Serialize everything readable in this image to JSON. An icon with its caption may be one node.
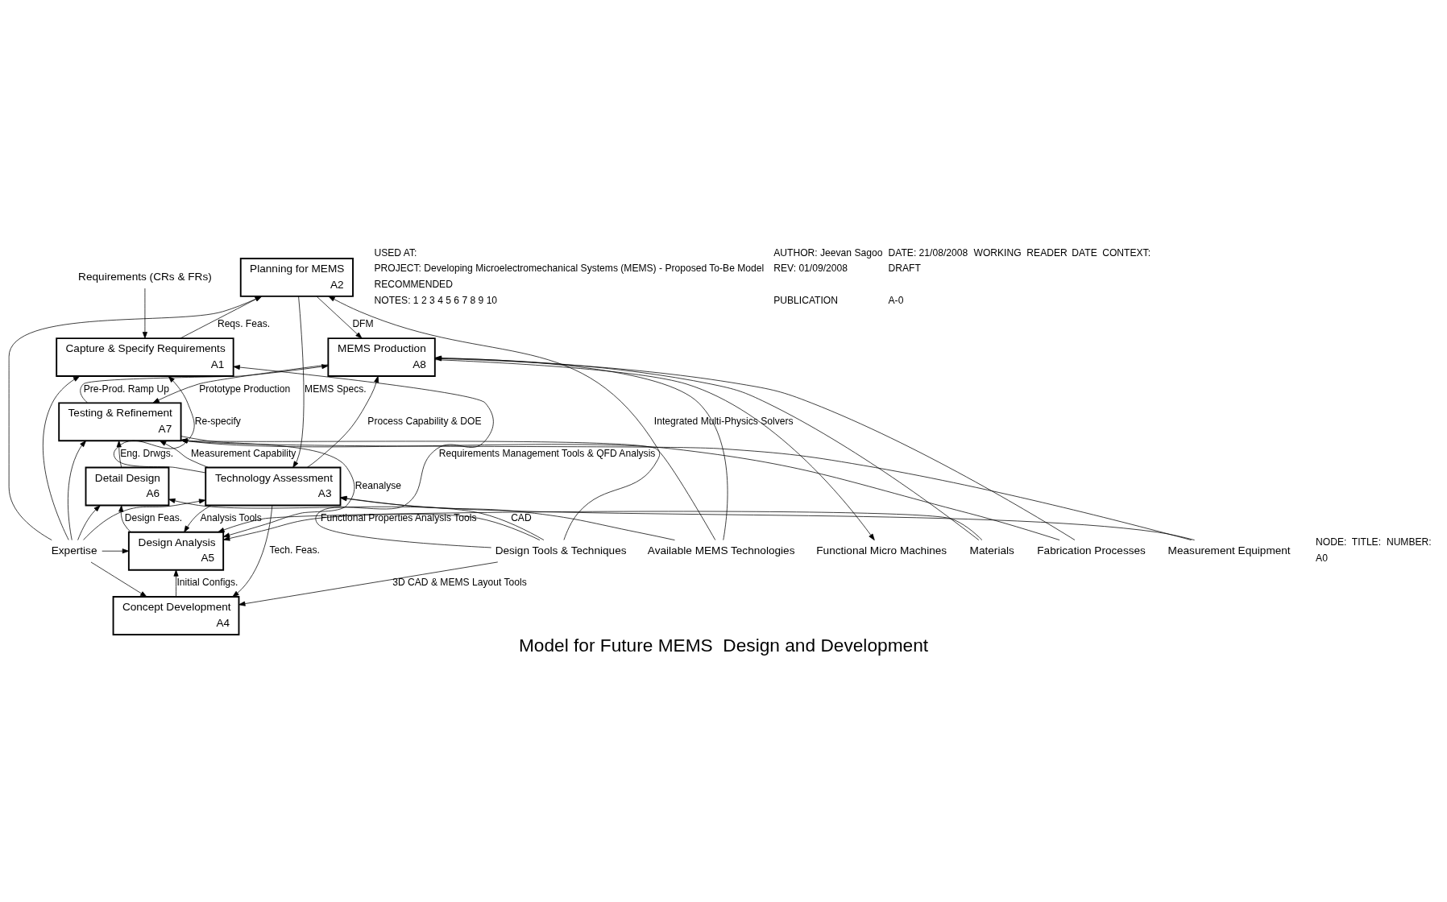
{
  "diagram": {
    "title": "Model for Future MEMS  Design and Development",
    "nodes": [
      {
        "text": [
          "Expertise"
        ]
      },
      {
        "text": [
          "Available MEMS Technologies"
        ]
      },
      {
        "text": [
          "Requirements (CRs & FRs)"
        ]
      },
      {
        "text": [
          "Capture & Specify Requirements",
          "A1"
        ]
      },
      {
        "text": [
          "Planning for MEMS",
          "A2"
        ]
      },
      {
        "text": [
          "Technology Assessment",
          "A3"
        ]
      },
      {
        "text": [
          "Concept Development",
          "A4"
        ]
      },
      {
        "text": [
          "Design Analysis",
          "A5"
        ]
      },
      {
        "text": [
          "Detail Design",
          "A6"
        ]
      },
      {
        "text": [
          "Testing & Refinement",
          "A7"
        ]
      },
      {
        "text": [
          "MEMS Production",
          "A8"
        ]
      },
      {
        "text": [
          "Functional Micro Machines"
        ]
      },
      {
        "text": [
          "Design Tools & Techniques"
        ]
      },
      {
        "text": [
          "Measurement Equipment"
        ]
      },
      {
        "text": [
          "Materials"
        ]
      },
      {
        "text": [
          "Fabrication Processes"
        ]
      }
    ],
    "edges": [
      {
        "from": 2,
        "to": 3,
        "arrow": "to"
      },
      {
        "from": 0,
        "to": 3,
        "arrow": "to"
      },
      {
        "from": 0,
        "to": 4,
        "arrow": "to"
      },
      {
        "from": 0,
        "to": 5,
        "arrow": "to"
      },
      {
        "from": 0,
        "to": 6,
        "arrow": "to"
      },
      {
        "from": 0,
        "to": 7,
        "arrow": "to"
      },
      {
        "from": 0,
        "to": 8,
        "arrow": "to"
      },
      {
        "from": 0,
        "to": 9,
        "arrow": "to"
      },
      {
        "from": 1,
        "to": 5,
        "arrow": "to"
      },
      {
        "from": 1,
        "to": 9,
        "arrow": "to"
      },
      {
        "from": 1,
        "to": 10,
        "arrow": "to"
      },
      {
        "from": 3,
        "to": 4,
        "arrow": "to",
        "label": "Reqs. Feas."
      },
      {
        "from": 5,
        "to": 3,
        "arrow": "to",
        "label": "Re-specify"
      },
      {
        "from": 4,
        "to": 5,
        "arrow": "to",
        "label": "MEMS Specs."
      },
      {
        "from": 4,
        "to": 10,
        "arrow": "to",
        "label": "DFM"
      },
      {
        "from": 5,
        "to": 6,
        "arrow": "to",
        "label": "Tech. Feas."
      },
      {
        "from": 5,
        "to": 7,
        "arrow": "to",
        "label": "Analysis Tools"
      },
      {
        "from": 5,
        "to": 9,
        "arrow": "to",
        "label": "Measurement Capability"
      },
      {
        "from": 5,
        "to": 10,
        "arrow": "to",
        "label": "Process Capability & DOE"
      },
      {
        "from": 6,
        "to": 7,
        "arrow": "to",
        "label": "Initial Configs."
      },
      {
        "from": 9,
        "to": 7,
        "arrow": "to",
        "label": "Reanalyse"
      },
      {
        "from": 7,
        "to": 8,
        "arrow": "to",
        "label": "Design Feas."
      },
      {
        "from": 8,
        "to": 9,
        "arrow": "to",
        "label": "Eng. Drwgs."
      },
      {
        "from": 10,
        "to": 9,
        "arrow": "to",
        "label": "Prototype Production"
      },
      {
        "from": 9,
        "to": 10,
        "arrow": "to",
        "label": "Pre-Prod. Ramp Up"
      },
      {
        "from": 10,
        "to": 11,
        "arrow": "to"
      },
      {
        "from": 12,
        "to": 3,
        "arrow": "to",
        "label": "Requirements Management Tools & QFD Analysis"
      },
      {
        "from": 12,
        "to": 4,
        "arrow": "to",
        "label": "Integrated Multi-Physics Solvers"
      },
      {
        "from": 12,
        "to": 6,
        "arrow": "to",
        "label": "3D CAD & MEMS Layout Tools"
      },
      {
        "from": 12,
        "to": 7,
        "arrow": "to",
        "label": "Functional Properties Analysis Tools"
      },
      {
        "from": 12,
        "to": 8,
        "arrow": "to",
        "label": "CAD"
      },
      {
        "from": 13,
        "to": 5,
        "arrow": "to"
      },
      {
        "from": 13,
        "to": 9,
        "arrow": "to"
      },
      {
        "from": 14,
        "to": 7,
        "arrow": "to"
      },
      {
        "from": 14,
        "to": 10,
        "arrow": "to"
      },
      {
        "from": 15,
        "to": 10,
        "arrow": "to"
      },
      {
        "from": 15,
        "to": 9,
        "arrow": "to"
      }
    ],
    "labels": [
      "USED AT:",
      "AUTHOR: Jeevan Sagoo",
      "DATE: 21/08/2008",
      "WORKING",
      "READER",
      "DATE",
      "CONTEXT:",
      "PROJECT: Developing Microelectromechanical Systems (MEMS) - Proposed To-Be Model",
      "REV: 01/09/2008",
      "DRAFT",
      "RECOMMENDED",
      "NOTES: 1 2 3 4 5 6 7 8 9 10",
      "PUBLICATION",
      "A-0",
      "NODE:",
      "A0",
      "TITLE:",
      "NUMBER:"
    ]
  }
}
